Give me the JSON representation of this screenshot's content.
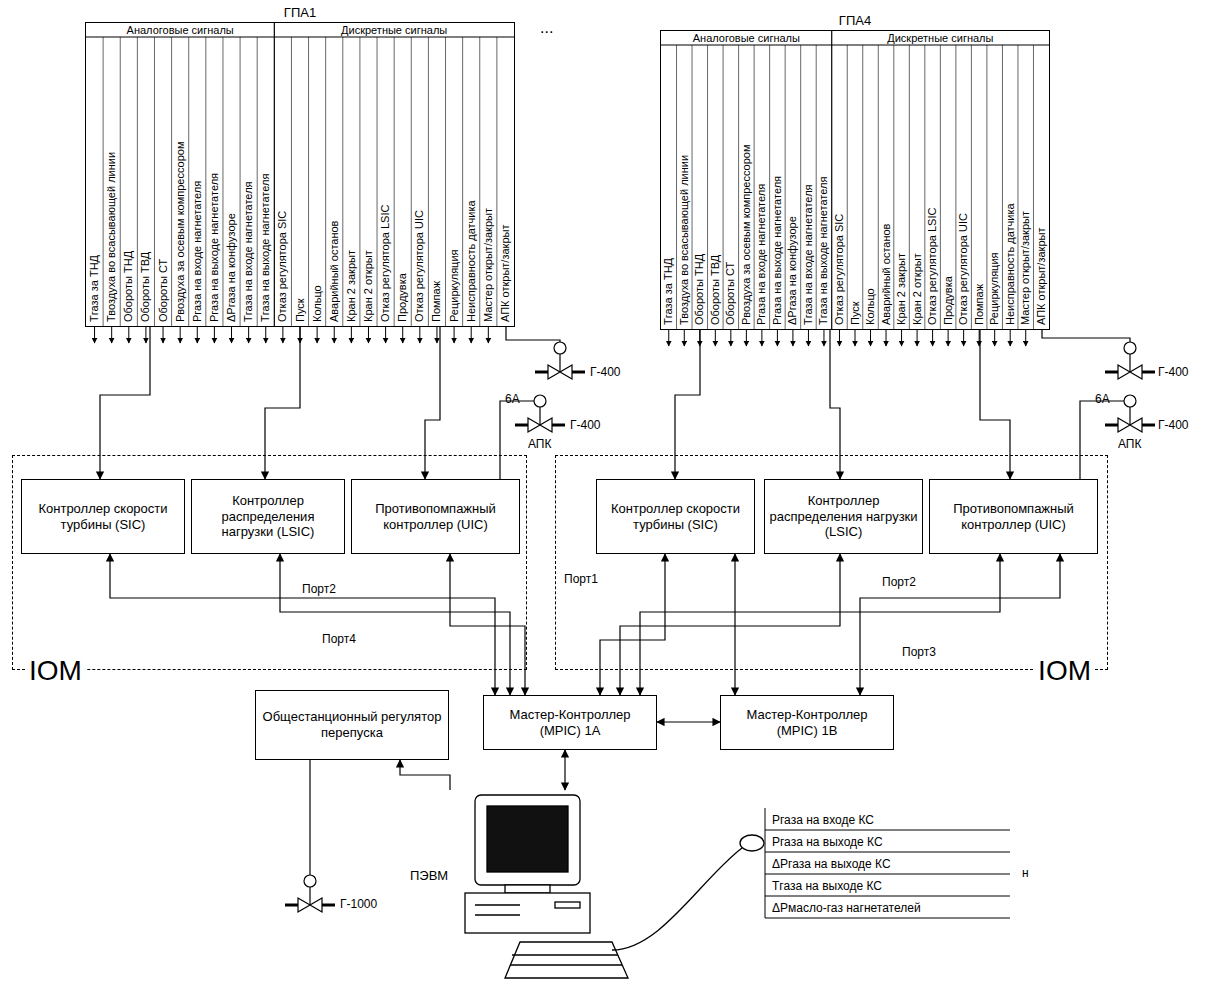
{
  "diagram": {
    "nodes": [
      {
        "text": [
          "ГПА1",
          "Аналоговые сигналы",
          "Дискретные сигналы"
        ]
      },
      {
        "text": [
          "ГПА4",
          "Аналоговые сигналы",
          "Дискретные сигналы"
        ]
      },
      {
        "text": [
          "IOM"
        ]
      },
      {
        "text": [
          "Контроллер скорости турбины (SIC)"
        ],
        "in": 2
      },
      {
        "text": [
          "Контроллер распределения нагрузки (LSIC)"
        ],
        "in": 2
      },
      {
        "text": [
          "Противопомпажный контроллер (UIC)"
        ],
        "in": 2
      },
      {
        "text": [
          "IOM"
        ]
      },
      {
        "text": [
          "Контроллер скорости турбины (SIC)"
        ],
        "in": 6
      },
      {
        "text": [
          "Контроллер распределения нагрузки (LSIC)"
        ],
        "in": 6
      },
      {
        "text": [
          "Противопомпажный контроллер (UIC)"
        ],
        "in": 6
      },
      {
        "text": [
          "Общестанционный регулятор перепуска"
        ]
      },
      {
        "text": [
          "Мастер-Контроллер (MPIC) 1A"
        ]
      },
      {
        "text": [
          "Мастер-Контроллер (MPIC) 1B"
        ]
      },
      {
        "text": [
          "ПЭВМ"
        ]
      }
    ],
    "edges": [
      {
        "from": 0,
        "to": 3,
        "arrow": "to"
      },
      {
        "from": 0,
        "to": 4,
        "arrow": "to"
      },
      {
        "from": 0,
        "to": 5,
        "arrow": "to"
      },
      {
        "from": 1,
        "to": 7,
        "arrow": "to"
      },
      {
        "from": 1,
        "to": 8,
        "arrow": "to"
      },
      {
        "from": 1,
        "to": 9,
        "arrow": "to"
      },
      {
        "from": 11,
        "to": 3,
        "arrow": "both"
      },
      {
        "from": 11,
        "to": 4,
        "arrow": "both"
      },
      {
        "from": 11,
        "to": 5,
        "arrow": "both"
      },
      {
        "from": 11,
        "to": 7,
        "arrow": "both"
      },
      {
        "from": 11,
        "to": 8,
        "arrow": "both"
      },
      {
        "from": 11,
        "to": 9,
        "arrow": "both"
      },
      {
        "from": 12,
        "to": 7,
        "arrow": "both"
      },
      {
        "from": 12,
        "to": 9,
        "arrow": "both"
      },
      {
        "from": 11,
        "to": 12,
        "arrow": "both"
      },
      {
        "from": 13,
        "to": 11,
        "arrow": "both"
      },
      {
        "from": 13,
        "to": 10,
        "arrow": "to"
      }
    ],
    "labels": [
      "Тгаза за ТНД",
      "Твоздуха во всасывающей линии",
      "Обороты ТНД",
      "Обороты ТВД",
      "Обороты СТ",
      "Рвоздуха за осевым компрессором",
      "Ргаза на входе нагнетателя",
      "Ргаза на выходе нагнетателя",
      "ΔРгаза на конфузоре",
      "Тгаза на входе нагнетателя",
      "Тгаза на выходе нагнетателя",
      "Отказ регулятора SIC",
      "Пуск",
      "Кольцо",
      "Аварийный останов",
      "Кран 2 закрыт",
      "Кран 2 открыт",
      "Отказ регулятора LSIC",
      "Продувка",
      "Отказ регулятора UIC",
      "Помпаж",
      "Рециркуляция",
      "Неисправность датчика",
      "Мастер открыт/закрыт",
      "АПК открыт/закрыт",
      "Тгаза за ТНД",
      "Твоздуха во всасывающей линии",
      "Обороты ТНД",
      "Обороты ТВД",
      "Обороты СТ",
      "Рвоздуха за осевым компрессором",
      "Ргаза на входе нагнетателя",
      "Ргаза на выходе нагнетателя",
      "ΔРгаза на конфузоре",
      "Тгаза на входе нагнетателя",
      "Тгаза на выходе нагнетателя",
      "Отказ регулятора SIC",
      "Пуск",
      "Кольцо",
      "Аварийный останов",
      "Кран 2 закрыт",
      "Кран 2 открыт",
      "Отказ регулятора LSIC",
      "Продувка",
      "Отказ регулятора UIC",
      "Помпаж",
      "Рециркуляция",
      "Неисправность датчика",
      "Мастер открыт/закрыт",
      "АПК открыт/закрыт",
      "...",
      "Г-400",
      "6А",
      "АПК",
      "Г-400",
      "Г-400",
      "6А",
      "АПК",
      "Г-400",
      "Г-1000",
      "Порт2",
      "Порт1",
      "Порт4",
      "Порт2",
      "Порт3",
      "Pгаза на входе КС",
      "Pгаза на выходе КС",
      "ΔPгаза на выходе КС",
      "Tгаза на выходе КС",
      "ΔPмасло-газ нагнетателей",
      "н"
    ]
  }
}
